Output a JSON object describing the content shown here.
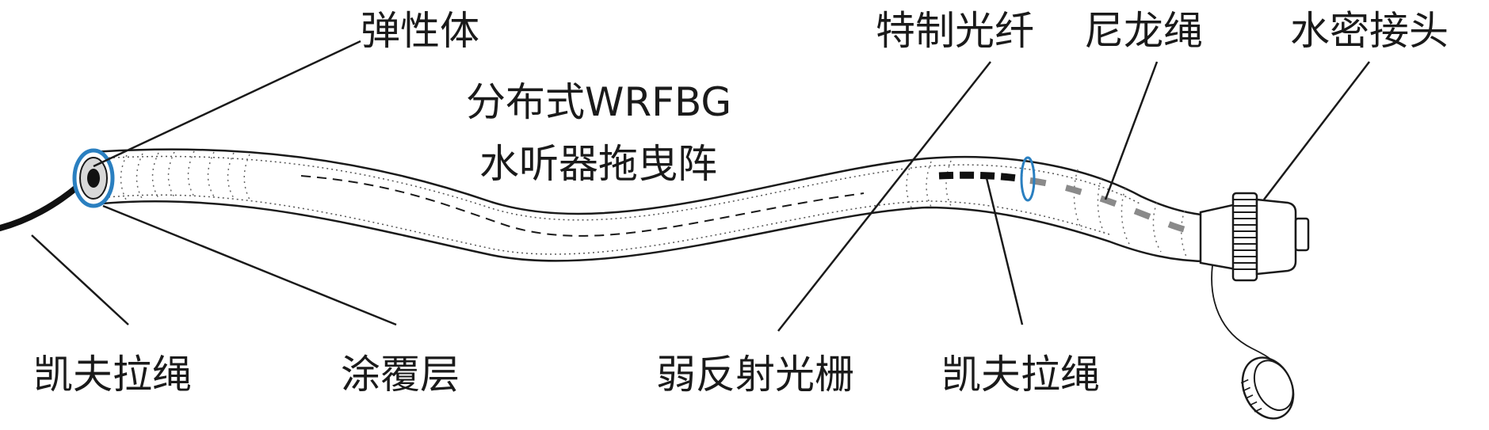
{
  "labels": {
    "elastomer": "弹性体",
    "title_line1": "分布式WRFBG",
    "title_line2": "水听器拖曳阵",
    "special_fiber": "特制光纤",
    "nylon_rope": "尼龙绳",
    "watertight_connector": "水密接头",
    "kevlar_left": "凯夫拉绳",
    "coating": "涂覆层",
    "weak_grating": "弱反射光栅",
    "kevlar_right": "凯夫拉绳"
  },
  "colors": {
    "ink": "#1a1a1a",
    "accent_ring": "#2a7fc0",
    "fiber_gray": "#8a8a8a"
  }
}
